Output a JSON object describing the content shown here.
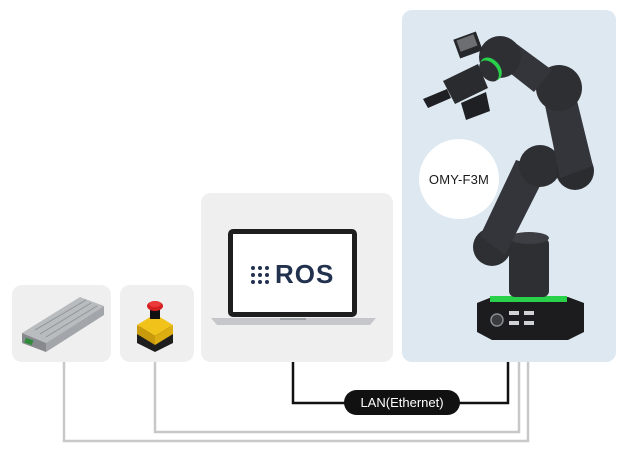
{
  "robot": {
    "model_label": "OMY-F3M"
  },
  "laptop": {
    "screen_logo": "ROS"
  },
  "connection": {
    "lan_label": "LAN(Ethernet)"
  },
  "colors": {
    "panel_gray": "#efefef",
    "robot_panel": "#dde8f1",
    "wire": "#c8c8c8",
    "lan_wire": "#111111",
    "status_led": "#29d04a",
    "robot_body": "#2e2f33"
  },
  "icons": [
    "power-supply-icon",
    "emergency-stop-icon",
    "laptop-icon",
    "robot-arm-icon"
  ]
}
